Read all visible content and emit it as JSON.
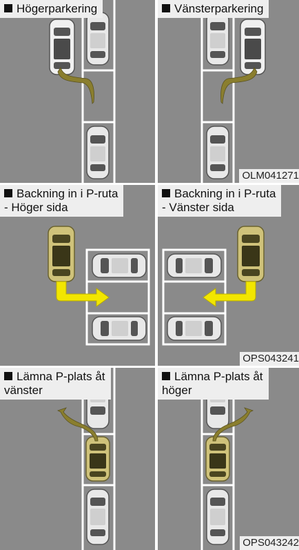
{
  "rows": [
    {
      "left_label": [
        "Högerparkering"
      ],
      "right_label": [
        "Vänsterparkering"
      ],
      "code": "OLM041271"
    },
    {
      "left_label": [
        "Backning in i P-ruta",
        "- Höger sida"
      ],
      "right_label": [
        "Backning in i P-ruta",
        "- Vänster sida"
      ],
      "code": "OPS043241"
    },
    {
      "left_label": [
        "Lämna P-plats åt",
        "vänster"
      ],
      "right_label": [
        "Lämna P-plats åt",
        "höger"
      ],
      "code": "OPS043242"
    }
  ],
  "colors": {
    "road": "#8a8a8a",
    "highlight_car": "#cfc27a",
    "arrow_yellow": "#f2e600",
    "arrow_olive": "#8a7e2e",
    "parked_car": "#e6e6e6"
  }
}
